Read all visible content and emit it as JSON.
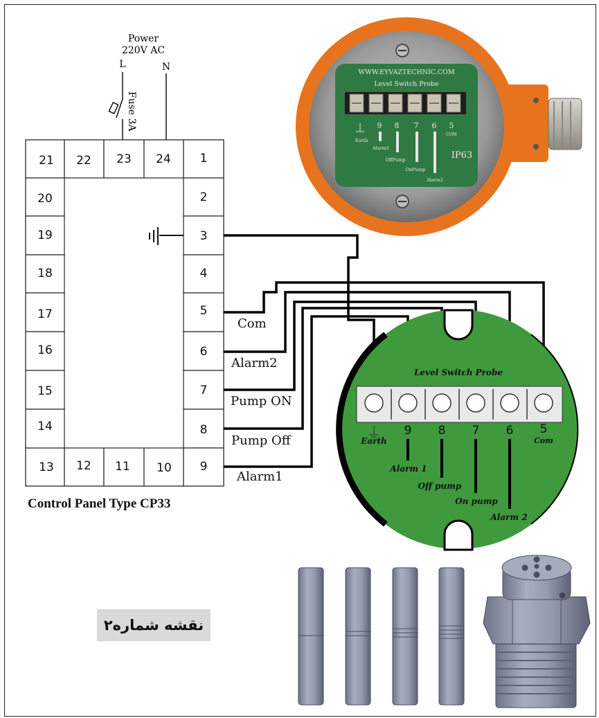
{
  "power": {
    "title": "Power",
    "voltage": "220V AC",
    "line": "L",
    "neutral": "N",
    "fuse": "Fuse 3A"
  },
  "panel": {
    "caption": "Control Panel Type CP33",
    "terminals": {
      "t1": "1",
      "t2": "2",
      "t3": "3",
      "t4": "4",
      "t5": "5",
      "t6": "6",
      "t7": "7",
      "t8": "8",
      "t9": "9",
      "t10": "10",
      "t11": "11",
      "t12": "12",
      "t13": "13",
      "t14": "14",
      "t15": "15",
      "t16": "16",
      "t17": "17",
      "t18": "18",
      "t19": "19",
      "t20": "20",
      "t21": "21",
      "t22": "22",
      "t23": "23",
      "t24": "24"
    }
  },
  "wires": {
    "com": "Com",
    "alarm2": "Alarm2",
    "pump_on": "Pump ON",
    "pump_off": "Pump Off",
    "alarm1": "Alarm1"
  },
  "photo": {
    "website": "WWW.EYVAZTECHNIC.COM",
    "title": "Level Switch Probe",
    "nums": [
      "9",
      "8",
      "7",
      "6",
      "5"
    ],
    "com": "COM",
    "earth": "Earth",
    "alarm1": "Alarm1",
    "offpump": "OffPump",
    "onpump": "OnPump",
    "alarm2": "Alarm2",
    "ip": "IP63"
  },
  "probe": {
    "title": "Level Switch Probe",
    "earth": "Earth",
    "nums": [
      "9",
      "8",
      "7",
      "6",
      "5"
    ],
    "com": "Com",
    "alarm1": "Alarm 1",
    "off_pump": "Off pump",
    "on_pump": "On pump",
    "alarm2": "Alarm 2"
  },
  "map_label": "نقشه شماره۲",
  "colors": {
    "housing": "#e8731f",
    "board": "#3e9a3c",
    "photo_board": "#2f7a43",
    "rod": "#8f94a8"
  }
}
